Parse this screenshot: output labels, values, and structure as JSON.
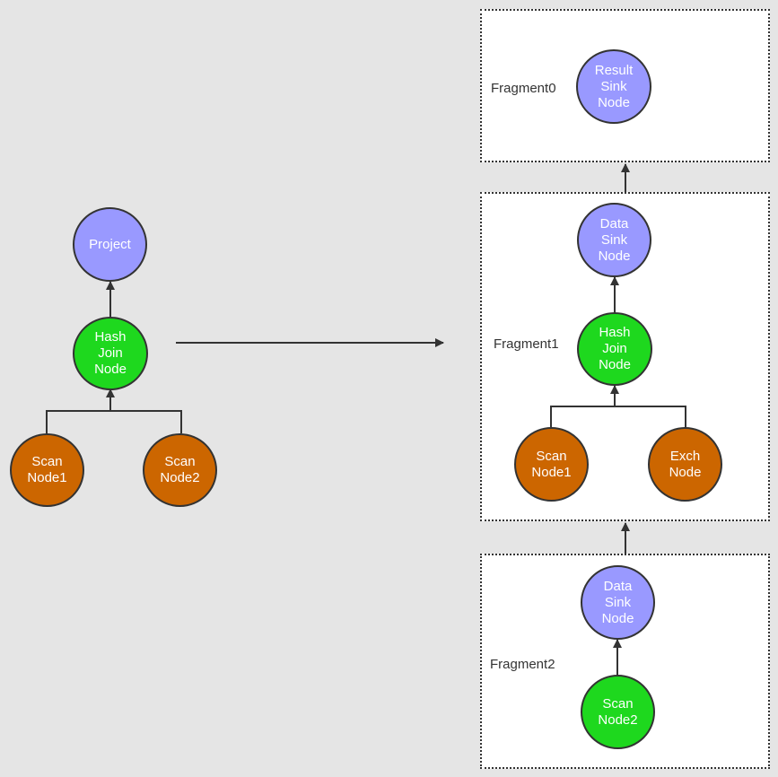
{
  "colors": {
    "background": "#e5e5e5",
    "fragment_fill": "#ffffff",
    "project_node": "#9999ff",
    "join_node": "#1ed81e",
    "scan_node": "#cc6600"
  },
  "logical_plan": {
    "project": [
      "Project"
    ],
    "hash_join": [
      "Hash",
      "Join",
      "Node"
    ],
    "scan1": [
      "Scan",
      "Node1"
    ],
    "scan2": [
      "Scan",
      "Node2"
    ]
  },
  "fragments": {
    "f0": {
      "label": "Fragment0",
      "result_sink": [
        "Result",
        "Sink",
        "Node"
      ]
    },
    "f1": {
      "label": "Fragment1",
      "data_sink": [
        "Data",
        "Sink",
        "Node"
      ],
      "hash_join": [
        "Hash",
        "Join",
        "Node"
      ],
      "scan1": [
        "Scan",
        "Node1"
      ],
      "exch": [
        "Exch",
        "Node"
      ]
    },
    "f2": {
      "label": "Fragment2",
      "data_sink": [
        "Data",
        "Sink",
        "Node"
      ],
      "scan2": [
        "Scan",
        "Node2"
      ]
    }
  }
}
